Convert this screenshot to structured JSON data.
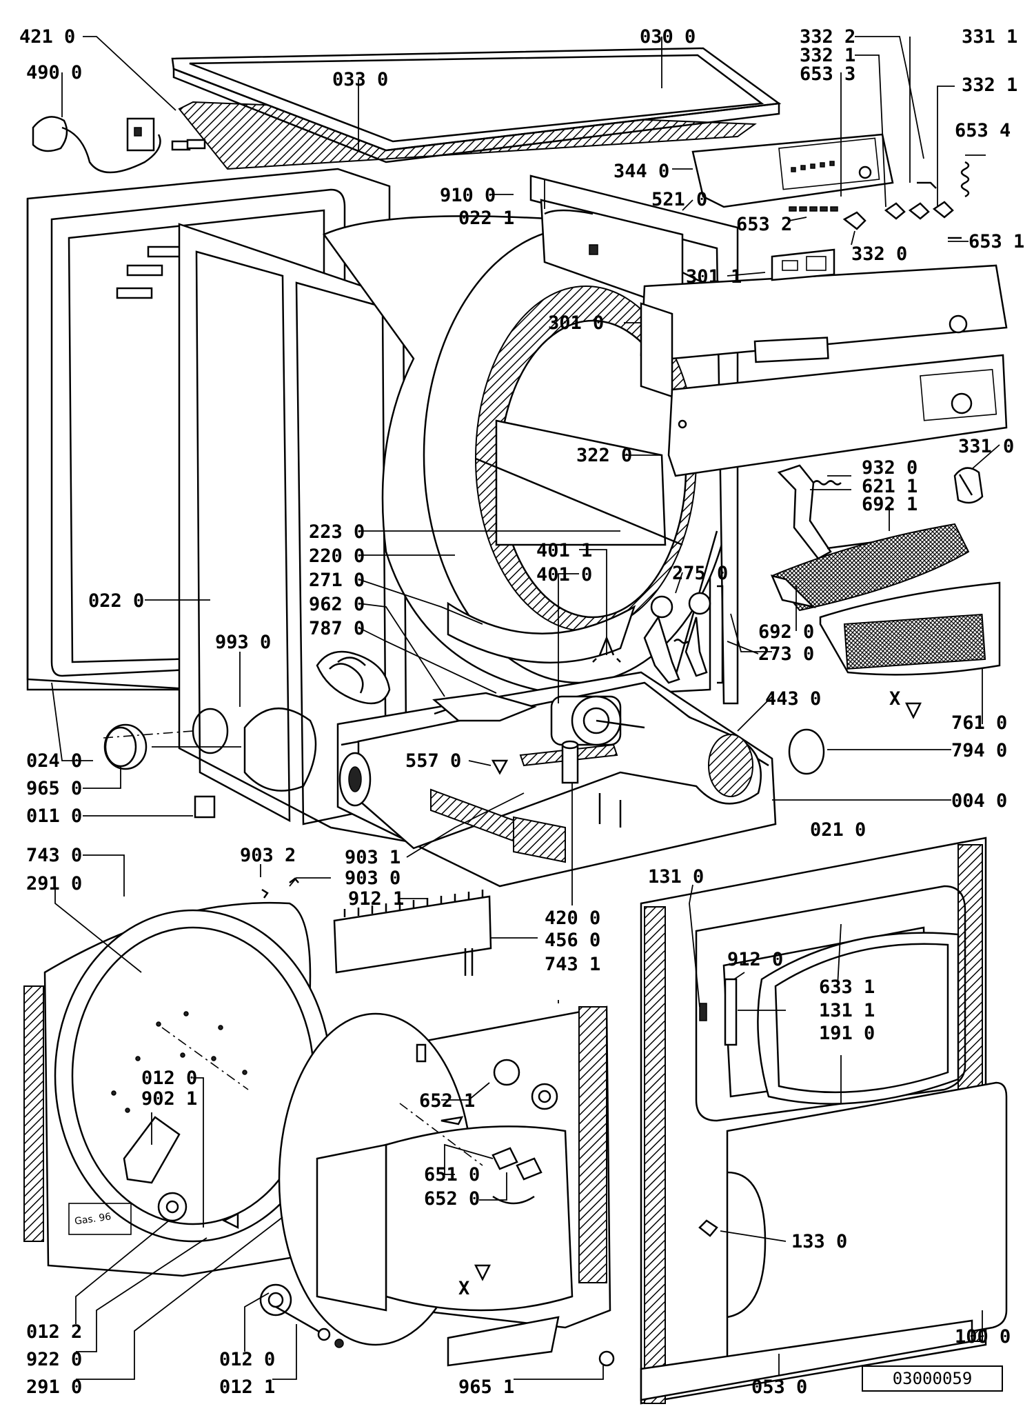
{
  "labels": [
    {
      "id": "421-0",
      "text": "421 0"
    },
    {
      "id": "490-0",
      "text": "490 0"
    },
    {
      "id": "033-0",
      "text": "033 0"
    },
    {
      "id": "030-0",
      "text": "030 0"
    },
    {
      "id": "332-2",
      "text": "332 2"
    },
    {
      "id": "332-1a",
      "text": "332 1"
    },
    {
      "id": "653-3",
      "text": "653 3"
    },
    {
      "id": "331-1",
      "text": "331 1"
    },
    {
      "id": "332-1b",
      "text": "332 1"
    },
    {
      "id": "653-4",
      "text": "653 4"
    },
    {
      "id": "344-0",
      "text": "344 0"
    },
    {
      "id": "910-0",
      "text": "910 0"
    },
    {
      "id": "022-1",
      "text": "022 1"
    },
    {
      "id": "521-0",
      "text": "521 0"
    },
    {
      "id": "653-2",
      "text": "653 2"
    },
    {
      "id": "332-0",
      "text": "332 0"
    },
    {
      "id": "653-1",
      "text": "653 1"
    },
    {
      "id": "301-1",
      "text": "301 1"
    },
    {
      "id": "301-0",
      "text": "301 0"
    },
    {
      "id": "322-0",
      "text": "322 0"
    },
    {
      "id": "331-0",
      "text": "331 0"
    },
    {
      "id": "932-0",
      "text": "932 0"
    },
    {
      "id": "621-1",
      "text": "621 1"
    },
    {
      "id": "692-1",
      "text": "692 1"
    },
    {
      "id": "223-0",
      "text": "223 0"
    },
    {
      "id": "220-0",
      "text": "220 0"
    },
    {
      "id": "271-0",
      "text": "271 0"
    },
    {
      "id": "962-0",
      "text": "962 0"
    },
    {
      "id": "787-0",
      "text": "787 0"
    },
    {
      "id": "401-1",
      "text": "401 1"
    },
    {
      "id": "401-0",
      "text": "401 0"
    },
    {
      "id": "275-0",
      "text": "275 0"
    },
    {
      "id": "022-0",
      "text": "022 0"
    },
    {
      "id": "993-0",
      "text": "993 0"
    },
    {
      "id": "692-0",
      "text": "692 0"
    },
    {
      "id": "273-0",
      "text": "273 0"
    },
    {
      "id": "443-0",
      "text": "443 0"
    },
    {
      "id": "761-0",
      "text": "761 0"
    },
    {
      "id": "794-0",
      "text": "794 0"
    },
    {
      "id": "004-0",
      "text": "004 0"
    },
    {
      "id": "024-0",
      "text": "024 0"
    },
    {
      "id": "965-0",
      "text": "965 0"
    },
    {
      "id": "011-0",
      "text": "011 0"
    },
    {
      "id": "557-0",
      "text": "557 0"
    },
    {
      "id": "743-0",
      "text": "743 0"
    },
    {
      "id": "291-0a",
      "text": "291 0"
    },
    {
      "id": "903-2",
      "text": "903 2"
    },
    {
      "id": "903-1",
      "text": "903 1"
    },
    {
      "id": "903-0",
      "text": "903 0"
    },
    {
      "id": "912-1",
      "text": "912 1"
    },
    {
      "id": "021-0",
      "text": "021 0"
    },
    {
      "id": "131-0",
      "text": "131 0"
    },
    {
      "id": "420-0",
      "text": "420 0"
    },
    {
      "id": "456-0",
      "text": "456 0"
    },
    {
      "id": "743-1",
      "text": "743 1"
    },
    {
      "id": "912-0",
      "text": "912 0"
    },
    {
      "id": "633-1",
      "text": "633 1"
    },
    {
      "id": "131-1",
      "text": "131 1"
    },
    {
      "id": "191-0",
      "text": "191 0"
    },
    {
      "id": "012-0a",
      "text": "012 0"
    },
    {
      "id": "902-1",
      "text": "902 1"
    },
    {
      "id": "652-1",
      "text": "652 1"
    },
    {
      "id": "651-0",
      "text": "651 0"
    },
    {
      "id": "652-0",
      "text": "652 0"
    },
    {
      "id": "133-0",
      "text": "133 0"
    },
    {
      "id": "012-2",
      "text": "012 2"
    },
    {
      "id": "922-0",
      "text": "922 0"
    },
    {
      "id": "291-0b",
      "text": "291 0"
    },
    {
      "id": "012-0b",
      "text": "012 0"
    },
    {
      "id": "012-1",
      "text": "012 1"
    },
    {
      "id": "965-1",
      "text": "965 1"
    },
    {
      "id": "053-0",
      "text": "053 0"
    },
    {
      "id": "100-0",
      "text": "100 0"
    }
  ],
  "direction_marks": [
    {
      "id": "x-right",
      "text": "X"
    },
    {
      "id": "x-bottom",
      "text": "X"
    }
  ],
  "rear_panel_imprint": "Gas. 96",
  "document_code": "03000059"
}
